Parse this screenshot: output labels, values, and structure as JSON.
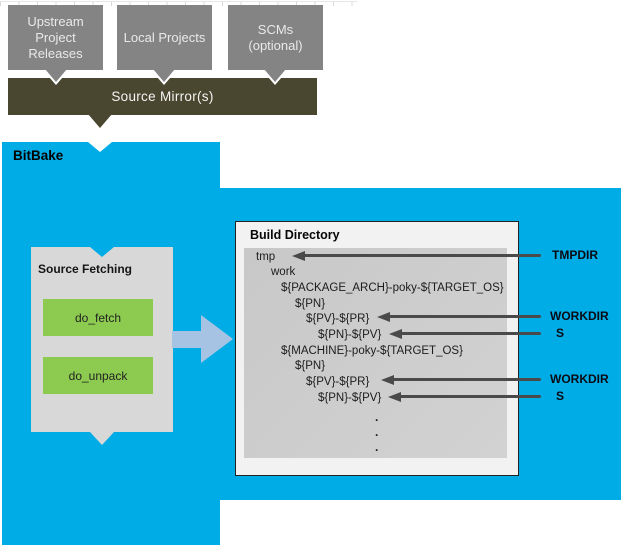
{
  "colors": {
    "bitbake_blue": "#00ace5",
    "source_gray": "#848484",
    "mirror_olive": "#4a4731",
    "panel_gray": "#d8d8d8",
    "task_green": "#8ccb50",
    "tree_gray": "#cccccc",
    "arrow_dark": "#4a4a4a",
    "flow_arrow_blue": "#a6c3e3"
  },
  "upstream_sources": [
    {
      "label": "Upstream Project Releases"
    },
    {
      "label": "Local Projects"
    },
    {
      "label": "SCMs (optional)"
    }
  ],
  "source_mirror_label": "Source Mirror(s)",
  "bitbake_label": "BitBake",
  "source_fetching": {
    "title": "Source Fetching",
    "tasks": [
      {
        "label": "do_fetch"
      },
      {
        "label": "do_unpack"
      }
    ]
  },
  "build_directory": {
    "title": "Build Directory",
    "tree": [
      {
        "text": "tmp",
        "level": 0
      },
      {
        "text": "work",
        "level": 1
      },
      {
        "text": "${PACKAGE_ARCH}-poky-${TARGET_OS}",
        "level": 2
      },
      {
        "text": "${PN}",
        "level": 3
      },
      {
        "text": "${PV}-${PR}",
        "level": 4
      },
      {
        "text": "${PN}-${PV}",
        "level": 5
      },
      {
        "text": "${MACHINE}-poky-${TARGET_OS}",
        "level": 2
      },
      {
        "text": "${PN}",
        "level": 3
      },
      {
        "text": "${PV}-${PR}",
        "level": 4
      },
      {
        "text": "${PN}-${PV}",
        "level": 5
      }
    ],
    "ellipsis": [
      ".",
      ".",
      "."
    ]
  },
  "annotations": [
    {
      "label": "TMPDIR"
    },
    {
      "label": "WORKDIR"
    },
    {
      "label": "S"
    },
    {
      "label": "WORKDIR"
    },
    {
      "label": "S"
    }
  ]
}
